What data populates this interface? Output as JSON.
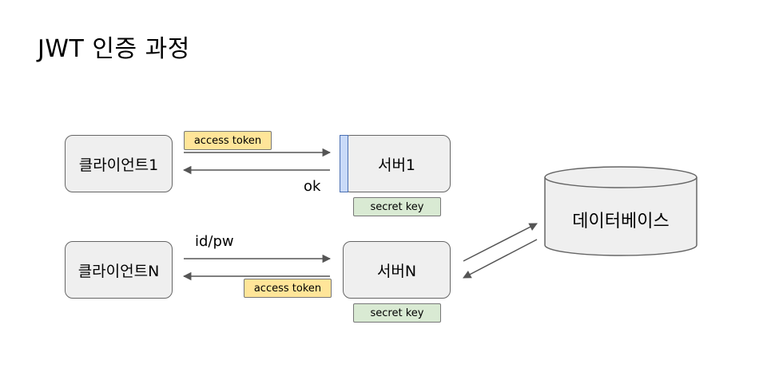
{
  "title": "JWT 인증 과정",
  "nodes": {
    "client1": "클라이언트1",
    "clientN": "클라이언트N",
    "server1": "서버1",
    "serverN": "서버N",
    "database": "데이터베이스"
  },
  "tags": {
    "access_token_top": "access token",
    "access_token_bottom": "access token",
    "secret_key_1": "secret key",
    "secret_key_N": "secret key"
  },
  "labels": {
    "ok": "ok",
    "id_pw": "id/pw"
  },
  "colors": {
    "node_fill": "#efefef",
    "token_fill": "#ffe599",
    "key_fill": "#d9ead3",
    "selection": "#c9daf8",
    "arrow": "#555555"
  }
}
